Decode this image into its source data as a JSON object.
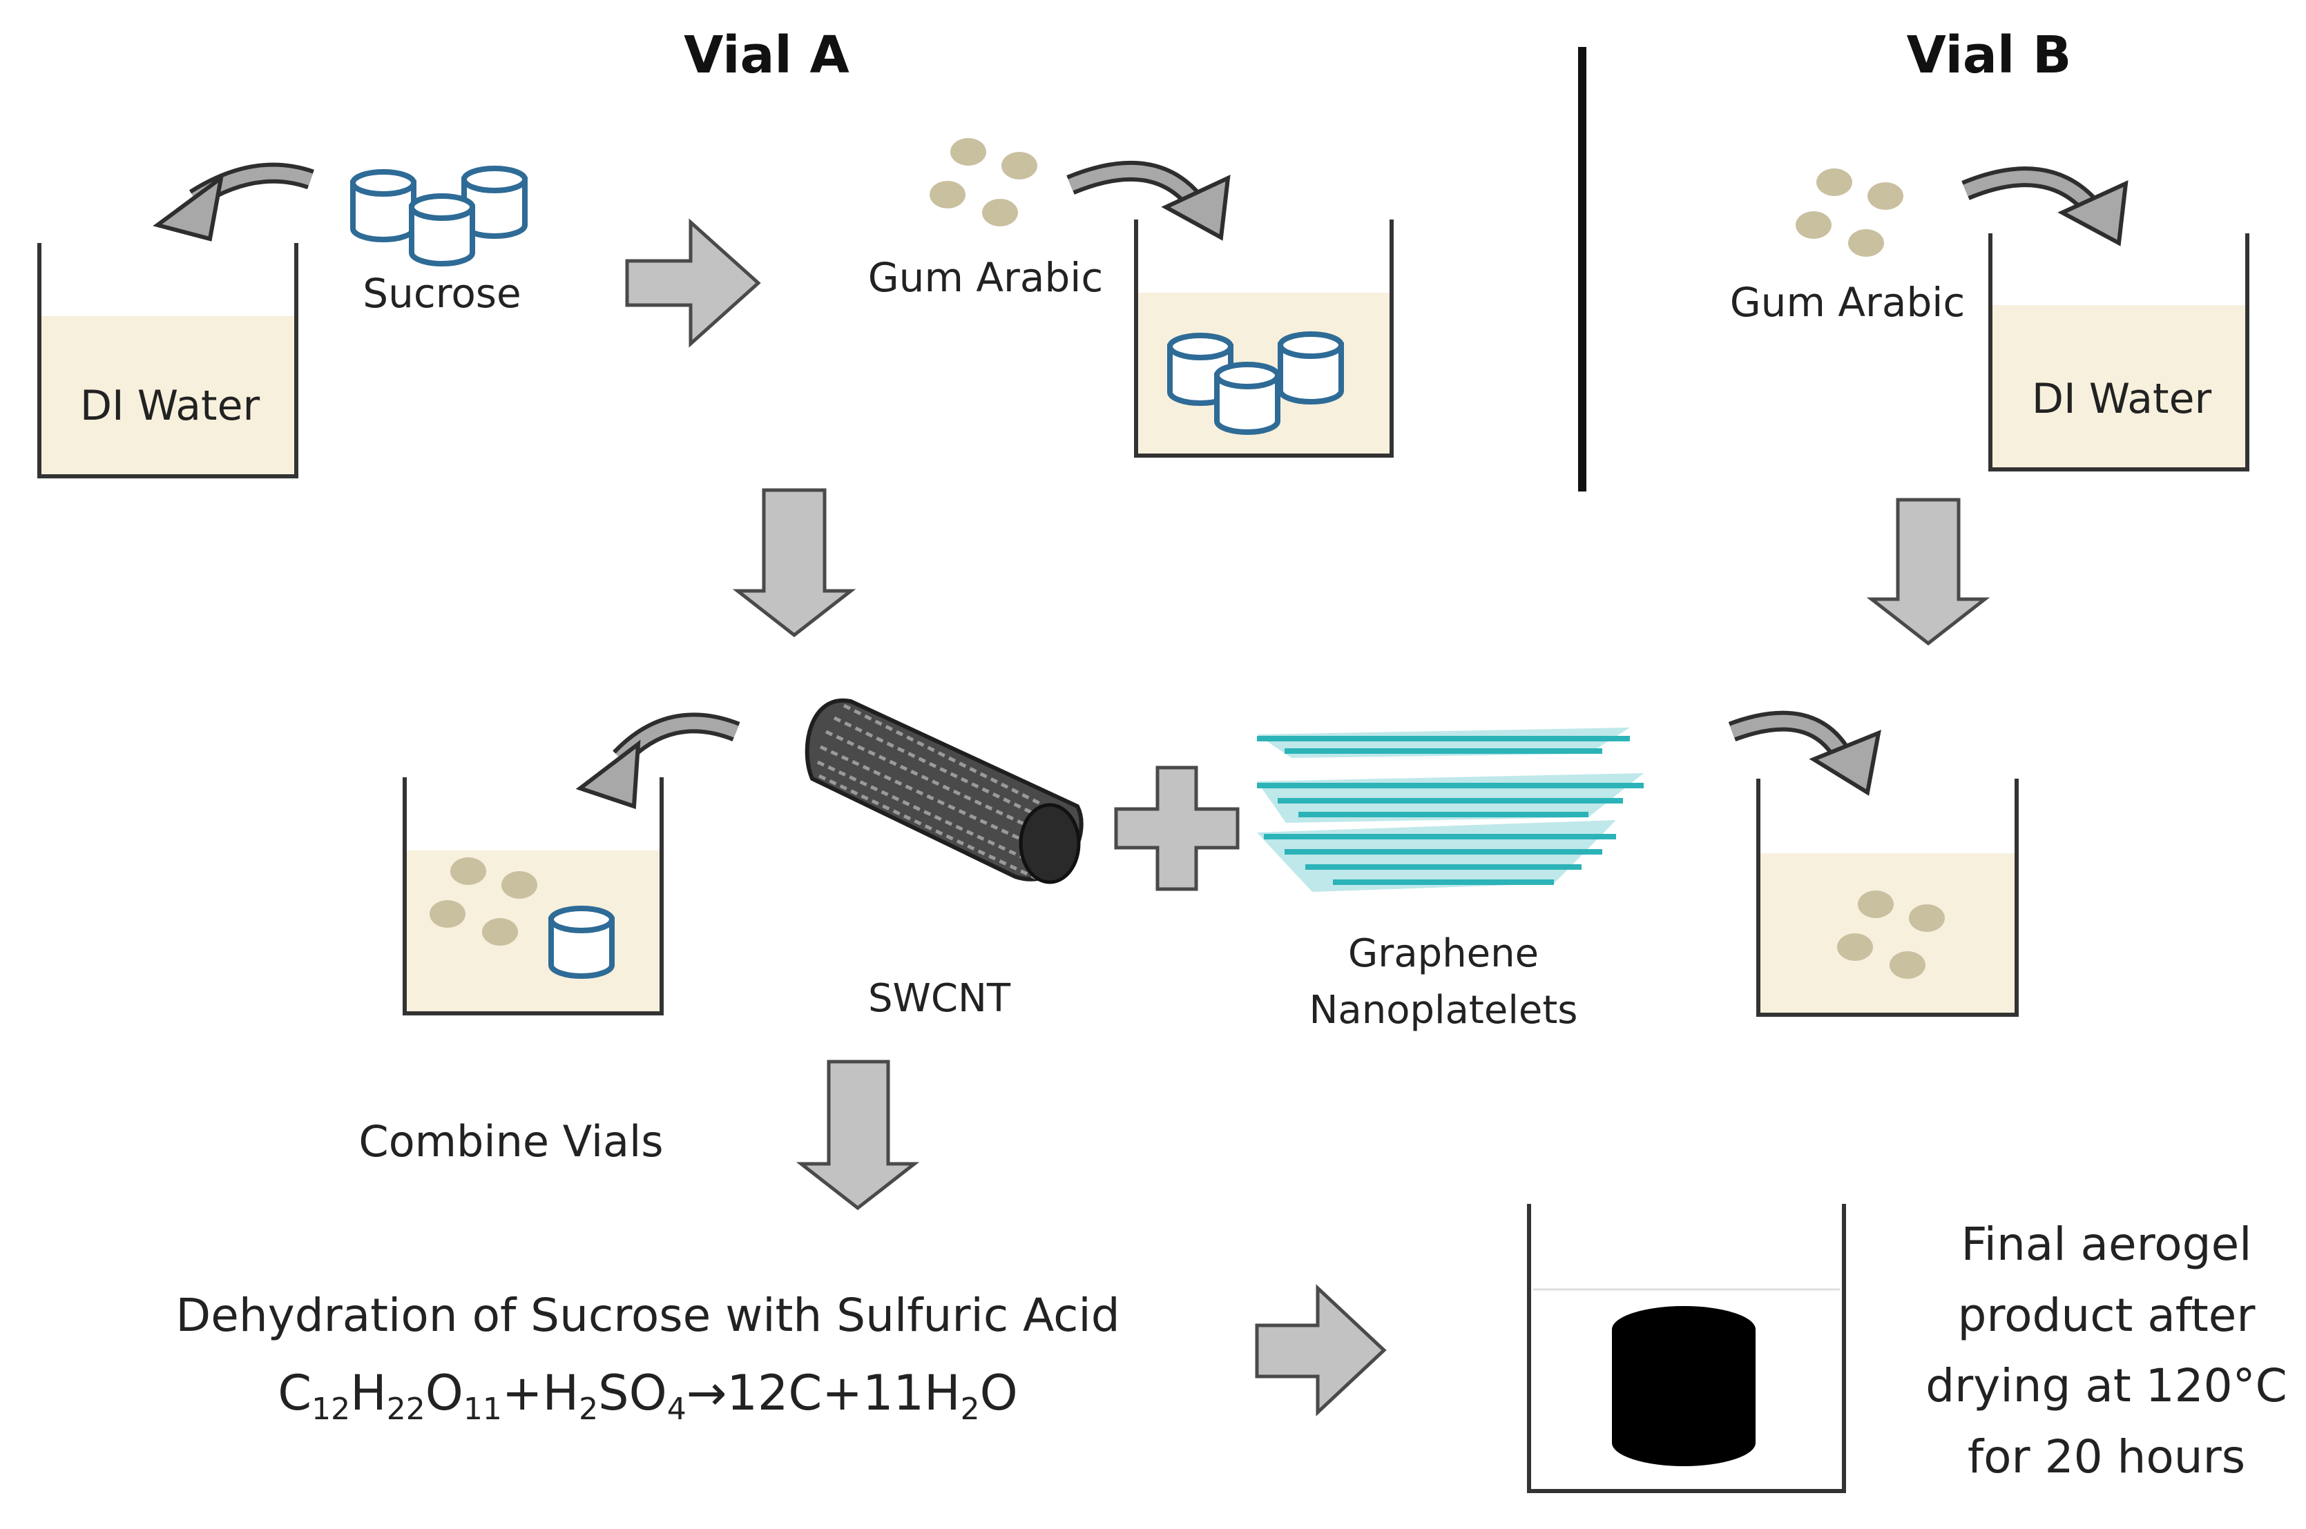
{
  "headers": {
    "vial_a": "Vial A",
    "vial_b": "Vial B"
  },
  "labels": {
    "di_water": "DI Water",
    "sucrose": "Sucrose",
    "gum_arabic_a": "Gum Arabic",
    "gum_arabic_b": "Gum Arabic",
    "di_water_b": "DI Water",
    "swcnt": "SWCNT",
    "graphene_line1": "Graphene",
    "graphene_line2": "Nanoplatelets",
    "combine_vials": "Combine Vials",
    "dehydration": "Dehydration of Sucrose with Sulfuric Acid",
    "final_line1": "Final aerogel",
    "final_line2": "product after",
    "final_line3": "drying at 120°C",
    "final_line4": "for 20 hours"
  },
  "equation": {
    "c": "C",
    "c_sub": "12",
    "h": "H",
    "h_sub": "22",
    "o": "O",
    "o_sub": "11",
    "plus1": "+H",
    "h2_sub": "2",
    "so": "SO",
    "so_sub": "4",
    "arrow": "→",
    "products": "12C+11H",
    "h2o_sub": "2",
    "o_end": "O"
  },
  "colors": {
    "liquid": "#f7f0dd",
    "arrow_fill": "#c2c2c2",
    "sucrose_outline": "#2e6b96",
    "gum_particle": "#c9c0a0",
    "graphene": "#2bb3b8"
  }
}
